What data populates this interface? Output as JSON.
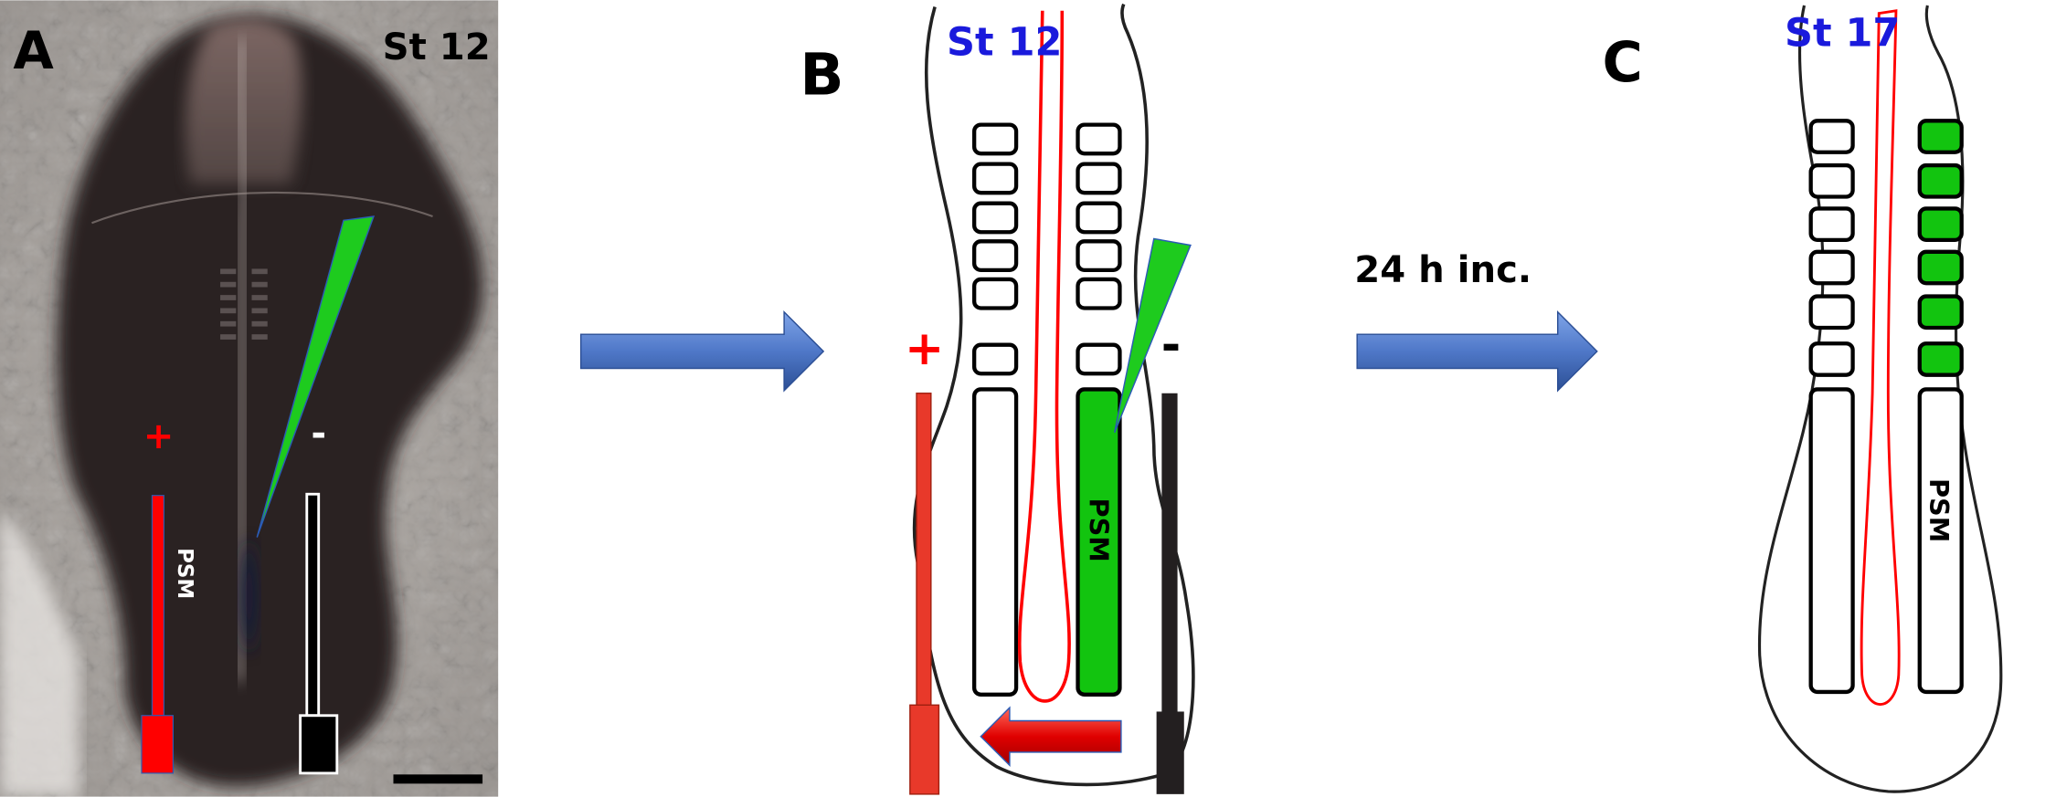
{
  "panels": {
    "a": {
      "label": "A",
      "stage": "St 12",
      "plus": "+",
      "minus": "-",
      "psm": "PSM"
    },
    "b": {
      "label": "B",
      "stage": "St 12",
      "plus": "+",
      "minus": "-",
      "psm": "PSM"
    },
    "c": {
      "label": "C",
      "stage": "St 17",
      "psm": "PSM",
      "somites_labeled_count": 6
    },
    "transition": {
      "incubation": "24 h inc."
    }
  },
  "colors": {
    "stage_text": "#1a1adc",
    "electrode_plus": "#e8392a",
    "electrode_minus": "#231f20",
    "gfp": "#12c40f",
    "neural_tube": "#ff0000",
    "arrow": "#4a72c0"
  }
}
